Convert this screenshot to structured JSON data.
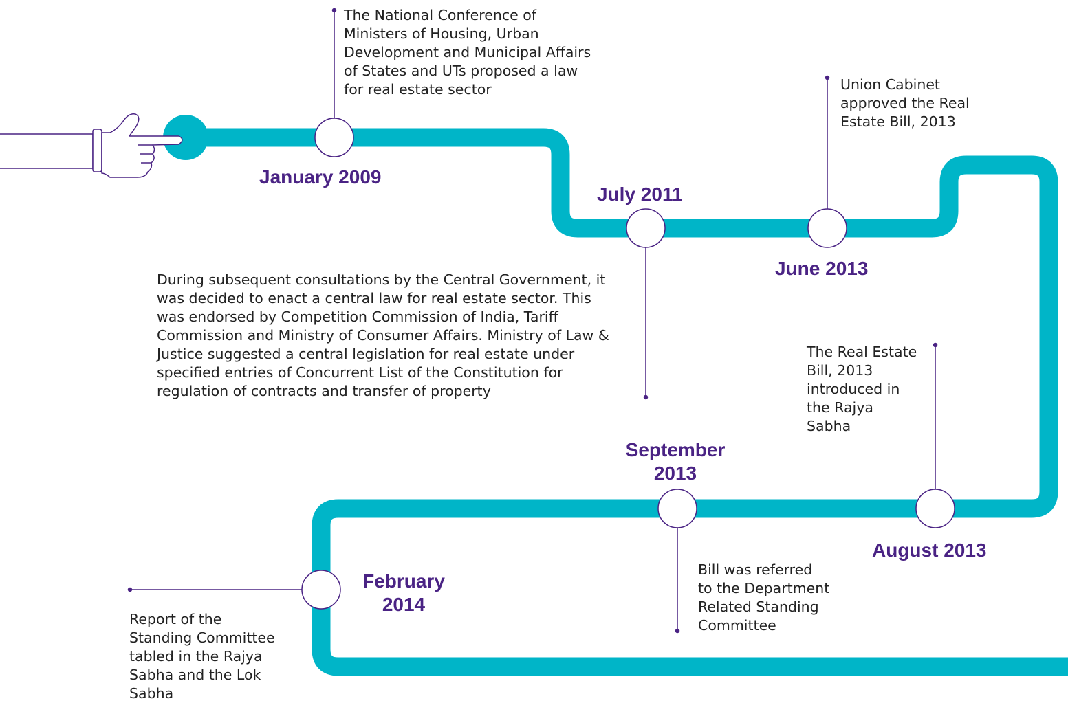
{
  "colors": {
    "track": "#00b5c8",
    "date_text": "#4a2384",
    "connector": "#4a2384",
    "node_fill": "#ffffff",
    "node_stroke": "#4a2384",
    "hand_stroke": "#4a2384"
  },
  "icons": {
    "start": "pointing-hand-icon"
  },
  "events": [
    {
      "id": "jan2009",
      "date": "January 2009",
      "description": "The National Conference of Ministers of Housing, Urban Development and Municipal Affairs of States and UTs proposed a law for real estate sector"
    },
    {
      "id": "jul2011",
      "date": "July 2011",
      "description": "During subsequent consultations by the Central Government, it was decided to enact a central law for real estate sector. This was endorsed by Competition Commission of India, Tariff Commission and Ministry of Consumer Affairs. Ministry of Law & Justice suggested a central legislation for real estate under specified entries of Concurrent List of the Constitution for regulation of contracts and transfer of property"
    },
    {
      "id": "jun2013",
      "date": "June 2013",
      "description": "Union Cabinet approved the Real Estate Bill, 2013"
    },
    {
      "id": "aug2013",
      "date": "August 2013",
      "description": "The Real Estate Bill, 2013 introduced in the Rajya Sabha"
    },
    {
      "id": "sep2013",
      "date_line1": "September",
      "date_line2": "2013",
      "description": "Bill was referred to the Department Related Standing Committee"
    },
    {
      "id": "feb2014",
      "date_line1": "February",
      "date_line2": "2014",
      "description": "Report of the Standing Committee tabled in the Rajya Sabha and the Lok Sabha"
    }
  ]
}
